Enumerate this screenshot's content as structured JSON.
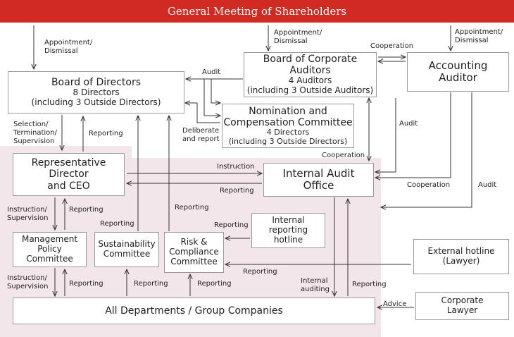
{
  "header": "General Meeting of Shareholders",
  "boxes": {
    "board_directors": {
      "title": "Board of Directors",
      "sub1": "8 Directors",
      "sub2": "(including 3 Outside Directors)"
    },
    "board_auditors": {
      "title1": "Board of Corporate",
      "title2": "Auditors",
      "sub1": "4 Auditors",
      "sub2": "(including 3 Outside Auditors)"
    },
    "accounting_auditor": {
      "line1": "Accounting",
      "line2": "Auditor"
    },
    "nomination": {
      "line1": "Nomination and",
      "line2": "Compensation Committee",
      "sub1": "4 Directors",
      "sub2": "(including 3 Outside Directors)"
    },
    "rep_director": {
      "line1": "Representative",
      "line2": "Director",
      "line3": "and CEO"
    },
    "internal_audit": {
      "line1": "Internal Audit",
      "line2": "Office"
    },
    "management_policy": {
      "line1": "Management",
      "line2": "Policy",
      "line3": "Committee"
    },
    "sustainability": {
      "line1": "Sustainability",
      "line2": "Committee"
    },
    "risk_compliance": {
      "line1": "Risk &",
      "line2": "Compliance",
      "line3": "Committee"
    },
    "internal_hotline": {
      "line1": "Internal reporting",
      "line2": "hotline"
    },
    "external_hotline": {
      "line1": "External hotline",
      "line2": "(Lawyer)"
    },
    "all_departments": "All Departments / Group Companies",
    "corporate_lawyer": {
      "line1": "Corporate",
      "line2": "Lawyer"
    }
  },
  "labels": {
    "appt1_a": "Appointment/",
    "appt1_b": "Dismissal",
    "appt2_a": "Appointment/",
    "appt2_b": "Dismissal",
    "appt3_a": "Appointment/",
    "appt3_b": "Dismissal",
    "cooperation_top": "Cooperation",
    "audit_top": "Audit",
    "audit_right": "Audit",
    "audit_far_right": "Audit",
    "cooperation_mid": "Cooperation",
    "cooperation_right": "Cooperation",
    "deliberate_a": "Deliberate",
    "deliberate_b": "and report",
    "selection_a": "Selection/",
    "selection_b": "Termination/",
    "selection_c": "Supervision",
    "reporting_ceo_board": "Reporting",
    "instruction_ceo_ia": "Instruction",
    "reporting_ia_ceo": "Reporting",
    "instr_sup1_a": "Instruction/",
    "instr_sup1_b": "Supervision",
    "reporting_mp_ceo": "Reporting",
    "reporting_sust": "Reporting",
    "reporting_risk": "Reporting",
    "reporting_hotline": "Reporting",
    "reporting_external": "Reporting",
    "instr_sup2_a": "Instruction/",
    "instr_sup2_b": "Supervision",
    "reporting_dept_mp": "Reporting",
    "reporting_dept_sust": "Reporting",
    "reporting_dept_risk": "Reporting",
    "internal_auditing_a": "Internal",
    "internal_auditing_b": "auditing",
    "reporting_dept_ia": "Reporting",
    "advice": "Advice"
  },
  "colors": {
    "header_bg": "#d12a22",
    "zone_bg": "#f3e6ea",
    "border": "#9a9a9a",
    "line": "#333333"
  }
}
